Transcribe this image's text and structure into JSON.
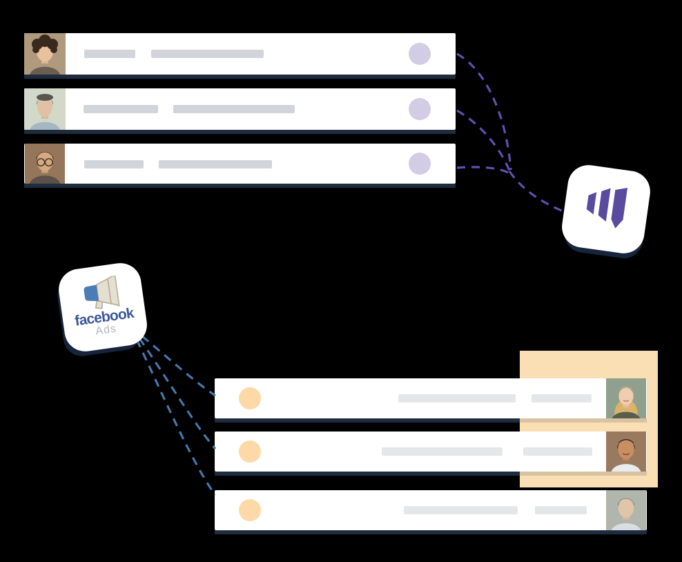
{
  "facebook_ads_tile": {
    "brand": "facebook",
    "product": "Ads",
    "brand_color": "#3b5899",
    "icon": "megaphone-icon"
  },
  "marketo_tile": {
    "icon": "marketo-logo-icon",
    "logo_color": "#5b4b9e"
  },
  "top_list": {
    "row_count": 3,
    "badge_color": "#d2cde5",
    "connector_color": "#5f50ae",
    "card_edge_color": "#1e2c40"
  },
  "bottom_list": {
    "row_count": 3,
    "badge_color": "#fcd9a7",
    "connector_color": "#4678ab",
    "highlight_color": "#fbdfb4",
    "card_edge_color": "#1e2c40"
  }
}
